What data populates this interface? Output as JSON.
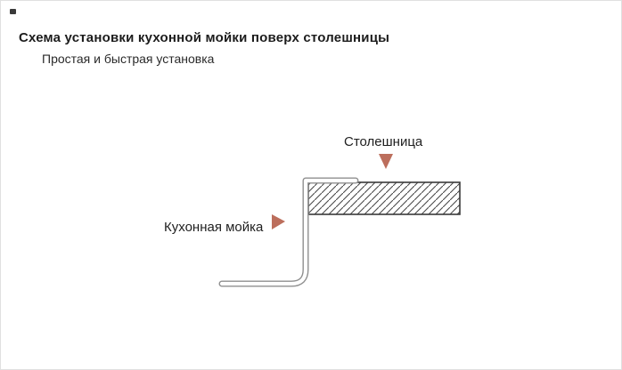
{
  "title": "Схема установки кухонной мойки поверх столешницы",
  "subtitle": "Простая и быстрая установка",
  "diagram": {
    "countertop_label": "Столешница",
    "sink_label": "Кухонная мойка",
    "arrow_color": "#bc6e5c",
    "sink_line_color": "#8f8f8f",
    "countertop_outline_color": "#3a3a3a",
    "hatch_color": "#4a4a4a"
  }
}
